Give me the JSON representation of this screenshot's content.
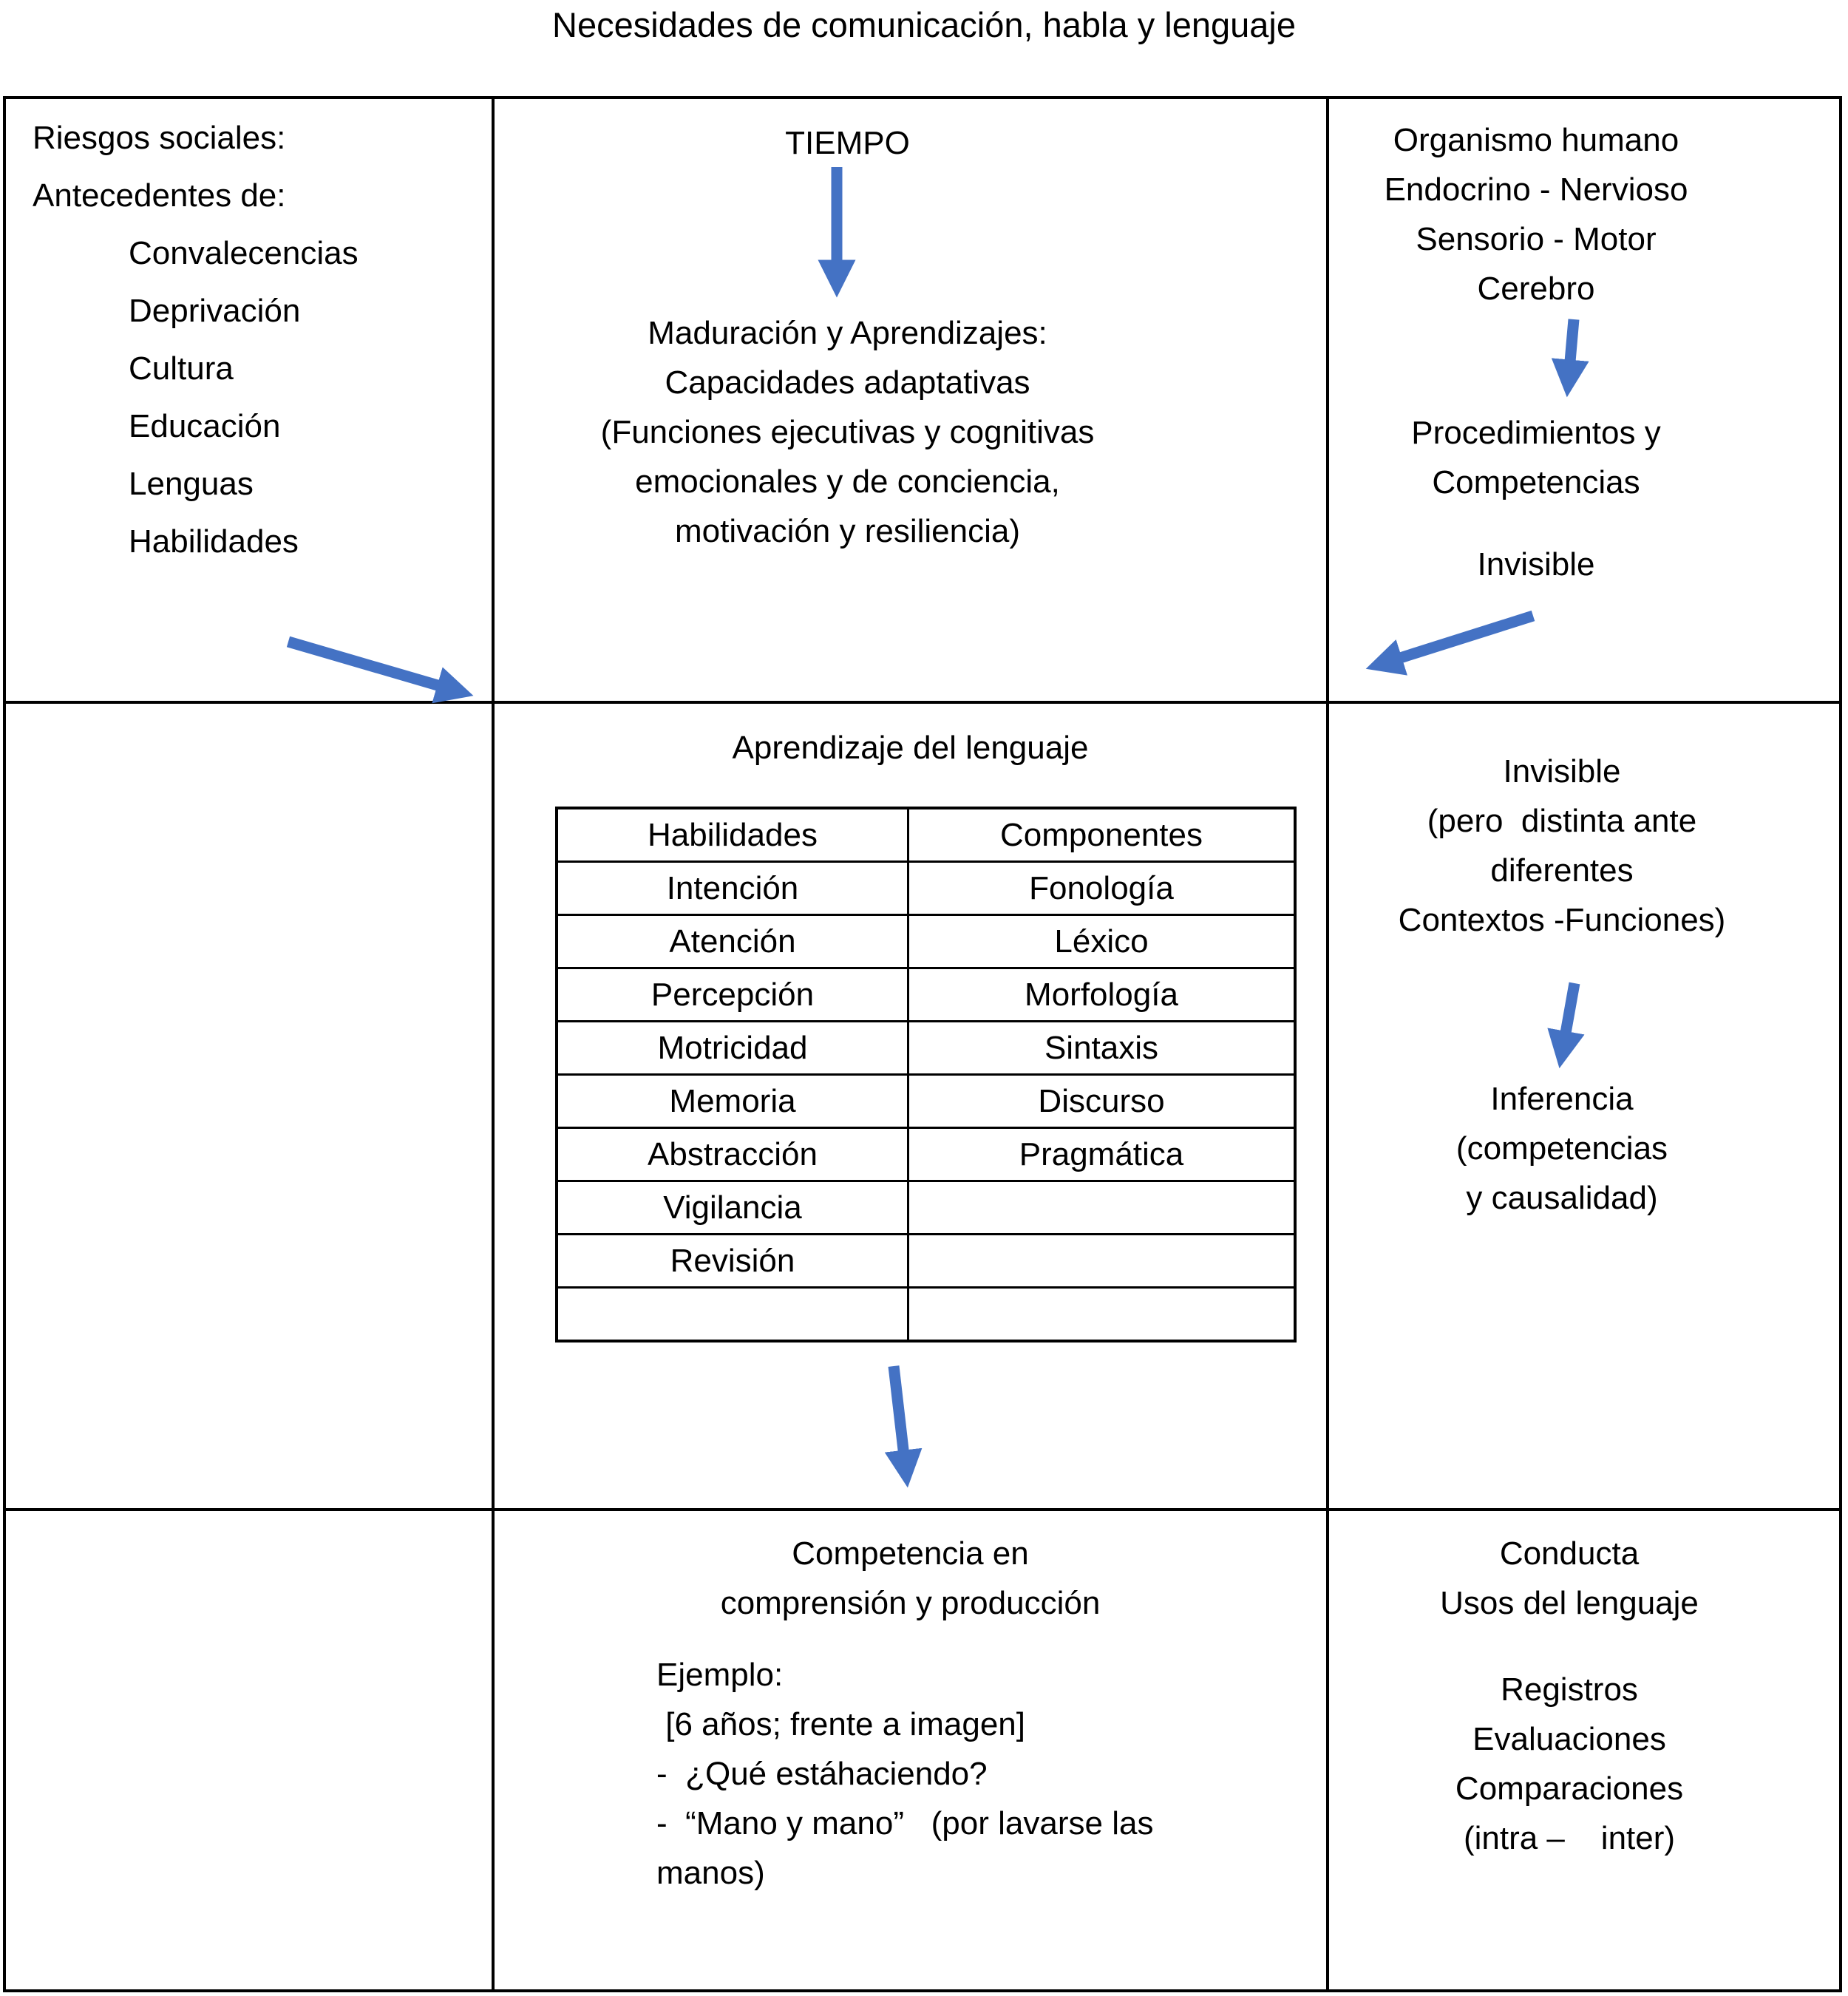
{
  "title": "Necesidades de comunicación, habla y lenguaje",
  "accent_color": "#4472C4",
  "cells": {
    "riesgos": {
      "heading1": "Riesgos sociales:",
      "heading2": "Antecedentes de:",
      "items": [
        "Convalecencias",
        "Deprivación",
        "Cultura",
        "Educación",
        "Lenguas",
        "Habilidades"
      ]
    },
    "tiempo": {
      "heading": "TIEMPO",
      "lines": [
        "Maduración y Aprendizajes:",
        "Capacidades adaptativas",
        "(Funciones ejecutivas y cognitivas",
        "emocionales y de conciencia,",
        "motivación y resiliencia)"
      ]
    },
    "organismo": {
      "lines_top": [
        "Organismo humano",
        "Endocrino - Nervioso",
        "Sensorio - Motor",
        "Cerebro"
      ],
      "lines_mid": [
        "Procedimientos y",
        "Competencias"
      ],
      "invisible_label": "Invisible"
    },
    "aprendizaje": {
      "heading": "Aprendizaje del lenguaje",
      "table": {
        "headers": [
          "Habilidades",
          "Componentes"
        ],
        "rows": [
          [
            "Intención",
            "Fonología"
          ],
          [
            "Atención",
            "Léxico"
          ],
          [
            "Percepción",
            "Morfología"
          ],
          [
            "Motricidad",
            "Sintaxis"
          ],
          [
            "Memoria",
            "Discurso"
          ],
          [
            "Abstracción",
            "Pragmática"
          ],
          [
            "Vigilancia",
            ""
          ],
          [
            "Revisión",
            ""
          ],
          [
            "",
            ""
          ]
        ]
      }
    },
    "contextos": {
      "lines_top": [
        "Invisible",
        "(pero  distinta ante",
        "diferentes",
        "Contextos -Funciones)"
      ],
      "lines_bottom": [
        "Inferencia",
        "(competencias",
        "y causalidad)"
      ]
    },
    "competencia": {
      "heading_lines": [
        "Competencia en",
        "comprensión y producción"
      ],
      "example_lines": [
        "Ejemplo:",
        " [6 años; frente a imagen]",
        "-  ¿Qué estáhaciendo?",
        "-  “Mano y mano”   (por lavarse las",
        "manos)"
      ]
    },
    "conducta": {
      "lines_top": [
        "Conducta",
        "Usos del lenguaje"
      ],
      "lines_bottom": [
        "Registros",
        "Evaluaciones",
        "Comparaciones",
        "(intra –    inter)"
      ]
    }
  },
  "icons": {
    "arrow_color": "#4472C4",
    "arrows": [
      "tiempo-down-arrow",
      "riesgos-to-aprendizaje-arrow",
      "cerebro-down-arrow",
      "invisible-to-aprendizaje-arrow",
      "tabla-down-arrow",
      "contextos-to-inferencia-arrow"
    ]
  }
}
